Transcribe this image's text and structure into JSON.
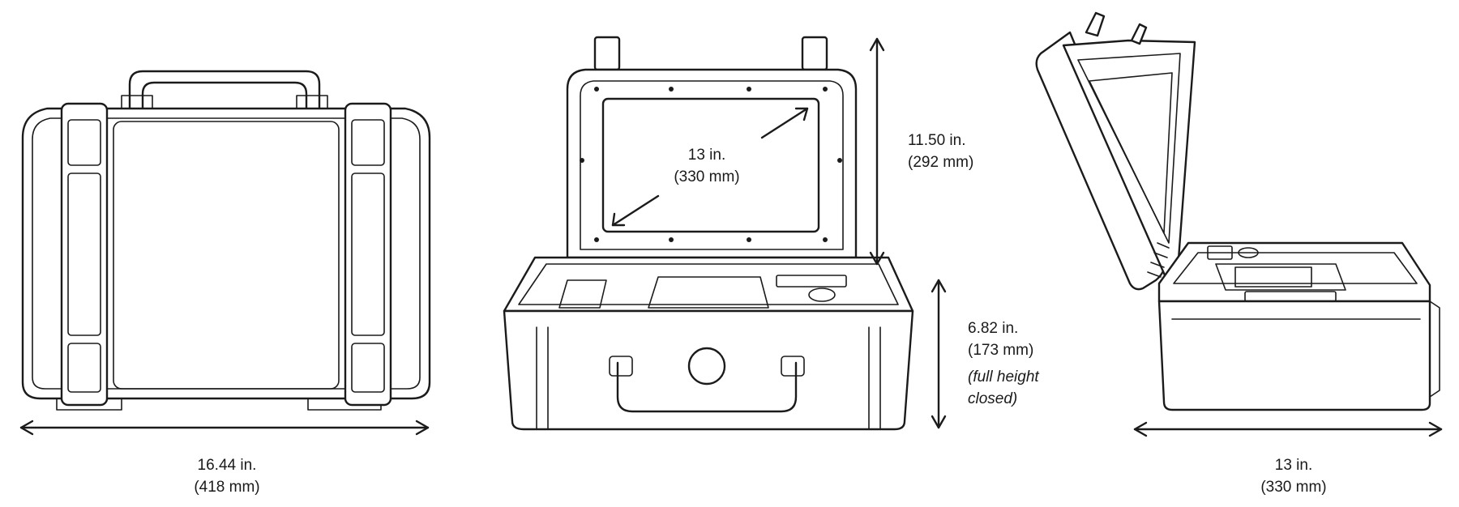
{
  "views": {
    "front": {
      "width_label": "16.44 in.",
      "width_label_metric": "(418 mm)"
    },
    "open": {
      "screen_label": "13 in.",
      "screen_label_metric": "(330 mm)",
      "lid_height_label": "11.50 in.",
      "lid_height_label_metric": "(292 mm)",
      "base_height_label": "6.82 in.",
      "base_height_label_metric": "(173 mm)",
      "base_height_note_line1": "(full height",
      "base_height_note_line2": "closed)"
    },
    "side": {
      "depth_label": "13 in.",
      "depth_label_metric": "(330 mm)"
    }
  },
  "colors": {
    "line": "#1b1b1b",
    "background": "#ffffff"
  }
}
